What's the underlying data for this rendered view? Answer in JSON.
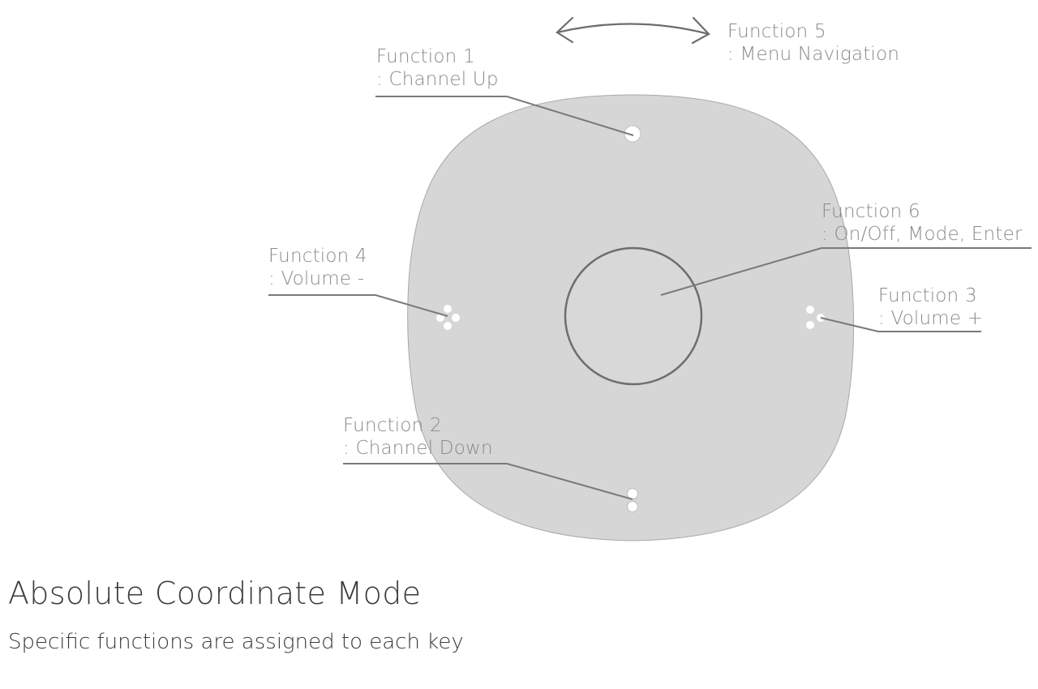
{
  "title": "Absolute Coordinate Mode",
  "subtitle": "Specific functions are assigned to each key",
  "colors": {
    "device_fill": "#d6d6d6",
    "device_stroke": "#a8a8a8",
    "leader_line": "#7a7a7a",
    "label_text": "#8a8a8a",
    "heading_text": "#3a3a3a",
    "center_ring": "#6e6e6e",
    "key_dot": "#ffffff"
  },
  "functions": [
    {
      "id": 1,
      "name": "Function 1",
      "description": ": Channel Up"
    },
    {
      "id": 2,
      "name": "Function 2",
      "description": ": Channel Down"
    },
    {
      "id": 3,
      "name": "Function 3",
      "description": ": Volume +"
    },
    {
      "id": 4,
      "name": "Function 4",
      "description": ": Volume -"
    },
    {
      "id": 5,
      "name": "Function 5",
      "description": ": Menu Navigation"
    },
    {
      "id": 6,
      "name": "Function 6",
      "description": ": On/Off, Mode, Enter"
    }
  ],
  "icons": {
    "rotate_arrow": "double-headed-curved-arrow-icon"
  }
}
